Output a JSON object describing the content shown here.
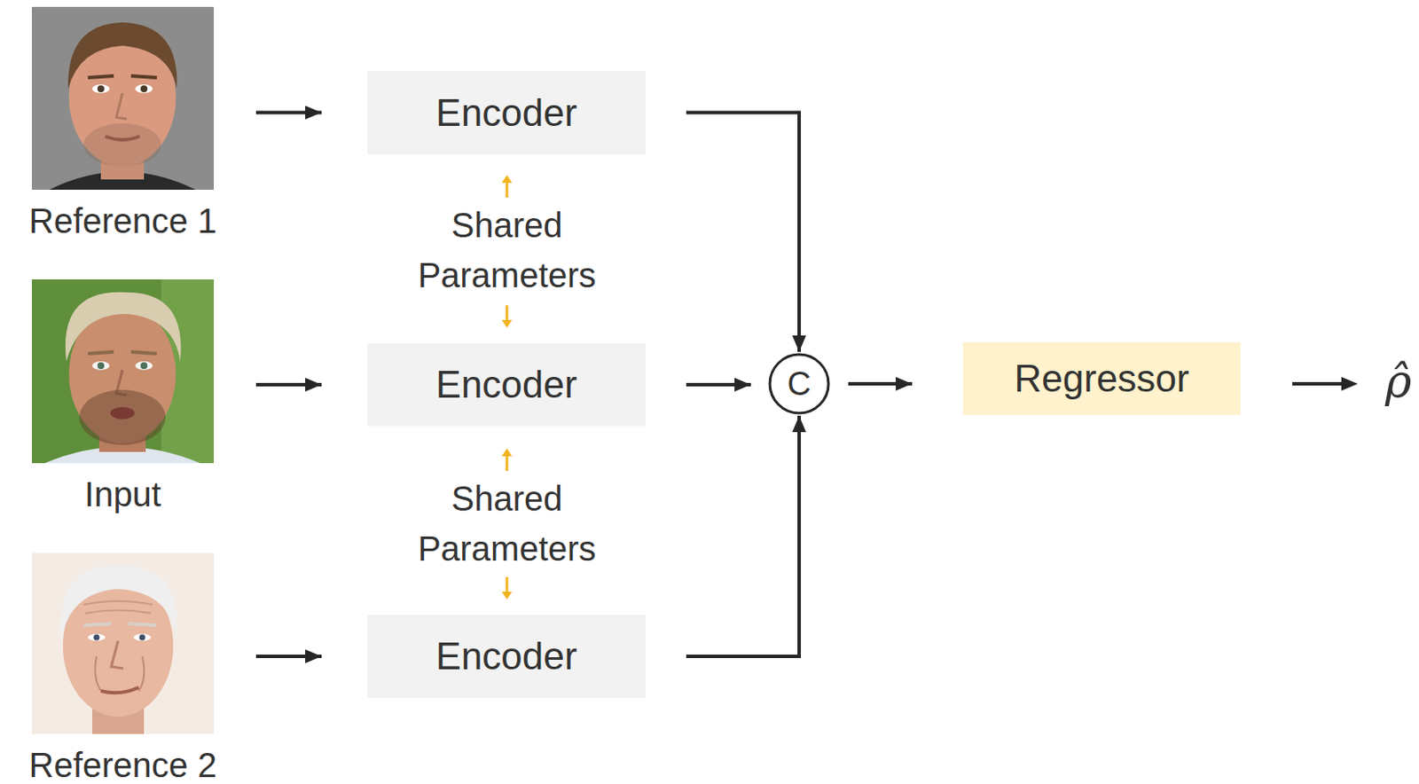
{
  "diagram": {
    "nodes": [
      {
        "text": [
          "Reference 1"
        ]
      },
      {
        "text": [
          "Encoder"
        ]
      },
      {
        "text": [
          "Input"
        ]
      },
      {
        "text": [
          "Encoder"
        ]
      },
      {
        "text": [
          "Reference 2"
        ]
      },
      {
        "text": [
          "Encoder"
        ]
      },
      {
        "text": [
          "C"
        ]
      },
      {
        "text": [
          "Regressor"
        ]
      }
    ],
    "edges": [
      {
        "from": 0,
        "to": 1,
        "arrow": "to"
      },
      {
        "from": 2,
        "to": 3,
        "arrow": "to"
      },
      {
        "from": 4,
        "to": 5,
        "arrow": "to"
      },
      {
        "from": 1,
        "to": 6,
        "arrow": "to"
      },
      {
        "from": 3,
        "to": 6,
        "arrow": "to"
      },
      {
        "from": 5,
        "to": 6,
        "arrow": "to"
      },
      {
        "from": 6,
        "to": 7,
        "arrow": "to"
      }
    ],
    "labels": [
      "Shared Parameters",
      "Shared Parameters",
      "ρ̂"
    ]
  }
}
